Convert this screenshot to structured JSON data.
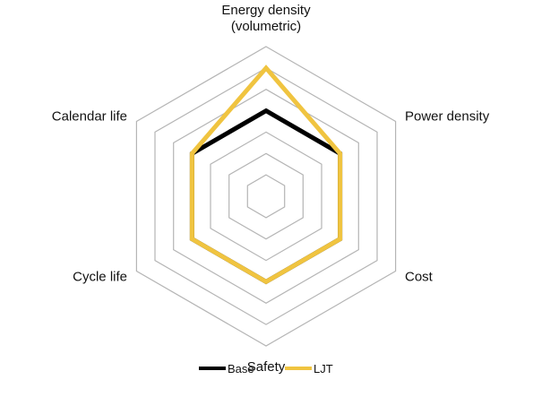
{
  "chart_data": {
    "type": "radar",
    "axes": [
      "Energy density\n(volumetric)",
      "Power density",
      "Cost",
      "Safety",
      "Cycle life",
      "Calendar life"
    ],
    "scale": {
      "min": 0,
      "max": 7,
      "rings": 7
    },
    "series": [
      {
        "name": "Base",
        "color": "#000000",
        "values": [
          4,
          4,
          4,
          4,
          4,
          4
        ]
      },
      {
        "name": "LJT",
        "color": "#f0c440",
        "values": [
          6,
          4,
          4,
          4,
          4,
          4
        ]
      }
    ],
    "grid": true,
    "grid_color": "#b5b5b5",
    "legend": {
      "position": "bottom"
    }
  }
}
